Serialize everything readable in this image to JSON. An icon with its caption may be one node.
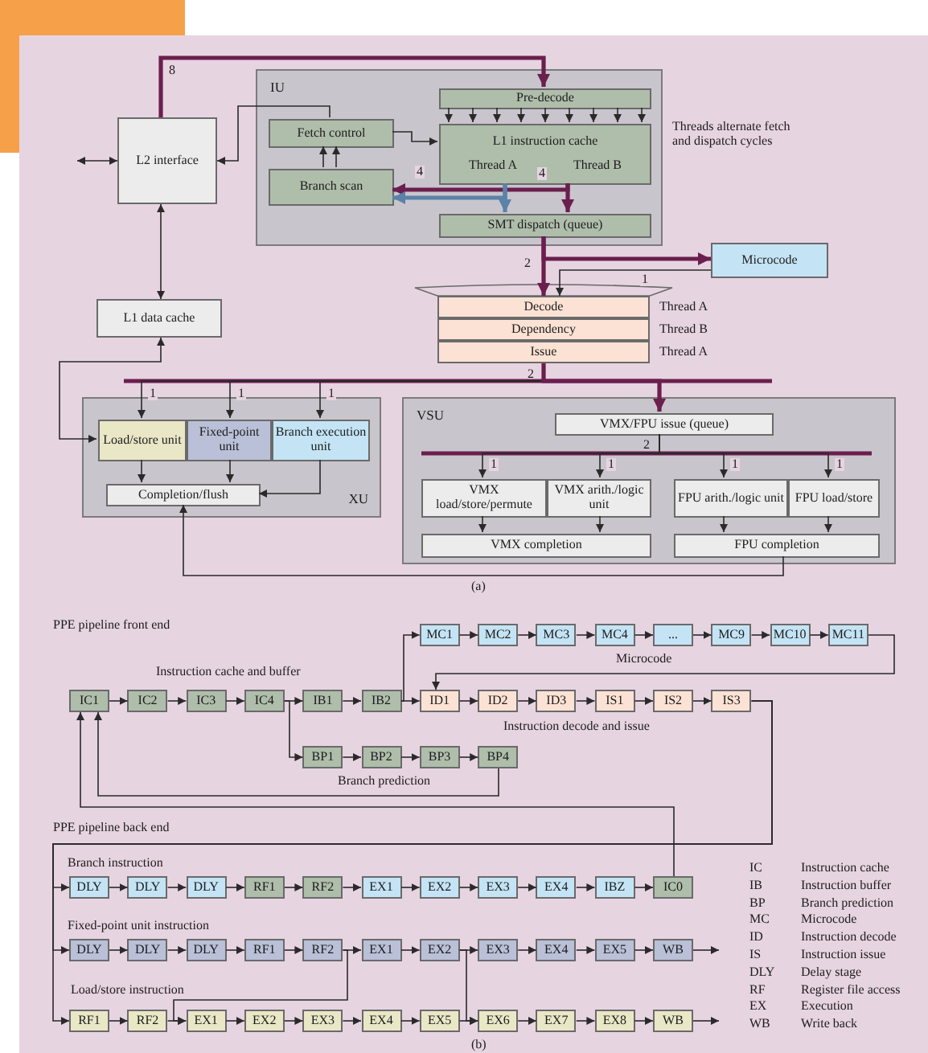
{
  "diagram": {
    "nodes": [
      {
        "text": [
          "L2 interface"
        ]
      },
      {
        "text": [
          "IU"
        ]
      },
      {
        "text": [
          "Pre-decode"
        ],
        "in": 1
      },
      {
        "text": [
          "Fetch control"
        ],
        "in": 1
      },
      {
        "text": [
          "L1 instruction cache",
          "Thread A",
          "Thread B"
        ],
        "in": 1
      },
      {
        "text": [
          "Branch scan"
        ],
        "in": 1
      },
      {
        "text": [
          "SMT dispatch (queue)"
        ],
        "in": 1
      },
      {
        "text": [
          "Microcode"
        ]
      },
      {
        "text": [
          "Decode"
        ],
        "beside": [
          "Thread A"
        ]
      },
      {
        "text": [
          "Dependency"
        ],
        "beside": [
          "Thread B"
        ]
      },
      {
        "text": [
          "Issue"
        ],
        "beside": [
          "Thread A"
        ]
      },
      {
        "text": [
          "L1 data cache"
        ]
      },
      {
        "text": [
          "XU"
        ]
      },
      {
        "text": [
          "Load/store unit"
        ],
        "in": 12
      },
      {
        "text": [
          "Fixed-point unit"
        ],
        "in": 12
      },
      {
        "text": [
          "Branch execution unit"
        ],
        "in": 12
      },
      {
        "text": [
          "Completion/flush"
        ],
        "in": 12
      },
      {
        "text": [
          "VSU"
        ]
      },
      {
        "text": [
          "VMX/FPU issue (queue)"
        ],
        "in": 17
      },
      {
        "text": [
          "VMX load/store/permute"
        ],
        "in": 17
      },
      {
        "text": [
          "VMX arith./logic unit"
        ],
        "in": 17
      },
      {
        "text": [
          "FPU arith./logic unit"
        ],
        "in": 17
      },
      {
        "text": [
          "FPU load/store"
        ],
        "in": 17
      },
      {
        "text": [
          "VMX completion"
        ],
        "in": 17
      },
      {
        "text": [
          "FPU completion"
        ],
        "in": 17
      },
      {
        "text": [
          "IC1"
        ]
      },
      {
        "text": [
          "IC2"
        ]
      },
      {
        "text": [
          "IC3"
        ]
      },
      {
        "text": [
          "IC4"
        ]
      },
      {
        "text": [
          "IB1"
        ]
      },
      {
        "text": [
          "IB2"
        ]
      },
      {
        "text": [
          "ID1"
        ]
      },
      {
        "text": [
          "ID2"
        ]
      },
      {
        "text": [
          "ID3"
        ]
      },
      {
        "text": [
          "IS1"
        ]
      },
      {
        "text": [
          "IS2"
        ]
      },
      {
        "text": [
          "IS3"
        ]
      },
      {
        "text": [
          "MC1"
        ]
      },
      {
        "text": [
          "MC2"
        ]
      },
      {
        "text": [
          "MC3"
        ]
      },
      {
        "text": [
          "MC4"
        ]
      },
      {
        "text": [
          "..."
        ]
      },
      {
        "text": [
          "MC9"
        ]
      },
      {
        "text": [
          "MC10"
        ]
      },
      {
        "text": [
          "MC11"
        ]
      },
      {
        "text": [
          "BP1"
        ]
      },
      {
        "text": [
          "BP2"
        ]
      },
      {
        "text": [
          "BP3"
        ]
      },
      {
        "text": [
          "BP4"
        ]
      },
      {
        "text": [
          "DLY"
        ]
      },
      {
        "text": [
          "DLY"
        ]
      },
      {
        "text": [
          "DLY"
        ]
      },
      {
        "text": [
          "RF1"
        ]
      },
      {
        "text": [
          "RF2"
        ]
      },
      {
        "text": [
          "EX1"
        ]
      },
      {
        "text": [
          "EX2"
        ]
      },
      {
        "text": [
          "EX3"
        ]
      },
      {
        "text": [
          "EX4"
        ]
      },
      {
        "text": [
          "IBZ"
        ]
      },
      {
        "text": [
          "IC0"
        ]
      },
      {
        "text": [
          "DLY"
        ]
      },
      {
        "text": [
          "DLY"
        ]
      },
      {
        "text": [
          "DLY"
        ]
      },
      {
        "text": [
          "RF1"
        ]
      },
      {
        "text": [
          "RF2"
        ]
      },
      {
        "text": [
          "EX1"
        ]
      },
      {
        "text": [
          "EX2"
        ]
      },
      {
        "text": [
          "EX3"
        ]
      },
      {
        "text": [
          "EX4"
        ]
      },
      {
        "text": [
          "EX5"
        ]
      },
      {
        "text": [
          "WB"
        ]
      },
      {
        "text": [
          "RF1"
        ]
      },
      {
        "text": [
          "RF2"
        ]
      },
      {
        "text": [
          "EX1"
        ]
      },
      {
        "text": [
          "EX2"
        ]
      },
      {
        "text": [
          "EX3"
        ]
      },
      {
        "text": [
          "EX4"
        ]
      },
      {
        "text": [
          "EX5"
        ]
      },
      {
        "text": [
          "EX6"
        ]
      },
      {
        "text": [
          "EX7"
        ]
      },
      {
        "text": [
          "EX8"
        ]
      },
      {
        "text": [
          "WB"
        ]
      }
    ],
    "edges": [
      {
        "from": 0,
        "to": 2,
        "arrow": "to",
        "style": "thick",
        "color": "#6b1f4e",
        "label": "8"
      },
      {
        "from": null,
        "to": 0,
        "arrow": "both"
      },
      {
        "from": 0,
        "to": 11,
        "arrow": "both"
      },
      {
        "from": 3,
        "to": 0,
        "arrow": "to"
      },
      {
        "from": 3,
        "to": 4,
        "arrow": "to"
      },
      {
        "from": 5,
        "to": 3,
        "arrow": "to"
      },
      {
        "from": 5,
        "to": 3,
        "arrow": "to"
      },
      {
        "from": 2,
        "to": 4,
        "arrow": "to"
      },
      {
        "from": 2,
        "to": 4,
        "arrow": "to"
      },
      {
        "from": 2,
        "to": 4,
        "arrow": "to"
      },
      {
        "from": 2,
        "to": 4,
        "arrow": "to"
      },
      {
        "from": 2,
        "to": 4,
        "arrow": "to"
      },
      {
        "from": 2,
        "to": 4,
        "arrow": "to"
      },
      {
        "from": 2,
        "to": 4,
        "arrow": "to"
      },
      {
        "from": 2,
        "to": 4,
        "arrow": "to"
      },
      {
        "from": 2,
        "to": 4,
        "arrow": "to"
      },
      {
        "from": 4,
        "to": 5,
        "arrow": "to",
        "style": "thick",
        "color": "#6b1f4e",
        "label": "4"
      },
      {
        "from": 4,
        "to": 6,
        "arrow": "to",
        "style": "thick",
        "color": "#6b1f4e",
        "label": "4"
      },
      {
        "from": 4,
        "to": 5,
        "arrow": "to",
        "style": "thick",
        "color": "#5b82a8"
      },
      {
        "from": 4,
        "to": 6,
        "arrow": "to",
        "style": "thick",
        "color": "#5b82a8"
      },
      {
        "from": 6,
        "to": 8,
        "arrow": "to",
        "style": "thick",
        "color": "#6b1f4e",
        "label": "2"
      },
      {
        "from": 6,
        "to": 7,
        "arrow": "to",
        "style": "thick",
        "color": "#6b1f4e"
      },
      {
        "from": 7,
        "to": 8,
        "arrow": "to",
        "label": "1"
      },
      {
        "from": 10,
        "to": 13,
        "arrow": "to",
        "label": "1"
      },
      {
        "from": 10,
        "to": 14,
        "arrow": "to",
        "label": "1"
      },
      {
        "from": 10,
        "to": 15,
        "arrow": "to",
        "label": "1"
      },
      {
        "from": 10,
        "to": 18,
        "arrow": "to",
        "style": "thick",
        "color": "#6b1f4e"
      },
      {
        "from": 18,
        "to": 19,
        "arrow": "to",
        "label": "1"
      },
      {
        "from": 18,
        "to": 20,
        "arrow": "to",
        "label": "1"
      },
      {
        "from": 18,
        "to": 21,
        "arrow": "to",
        "label": "1"
      },
      {
        "from": 18,
        "to": 22,
        "arrow": "to",
        "label": "1"
      },
      {
        "from": 13,
        "to": 16,
        "arrow": "to"
      },
      {
        "from": 14,
        "to": 16,
        "arrow": "to"
      },
      {
        "from": 15,
        "to": 16,
        "arrow": "to"
      },
      {
        "from": 11,
        "to": 13,
        "arrow": "both"
      },
      {
        "from": 19,
        "to": 23,
        "arrow": "to"
      },
      {
        "from": 20,
        "to": 23,
        "arrow": "to"
      },
      {
        "from": 21,
        "to": 24,
        "arrow": "to"
      },
      {
        "from": 22,
        "to": 24,
        "arrow": "to"
      },
      {
        "from": 24,
        "to": 16,
        "arrow": "to"
      },
      {
        "from": 25,
        "to": 26,
        "arrow": "to"
      },
      {
        "from": 26,
        "to": 27,
        "arrow": "to"
      },
      {
        "from": 27,
        "to": 28,
        "arrow": "to"
      },
      {
        "from": 28,
        "to": 29,
        "arrow": "to"
      },
      {
        "from": 29,
        "to": 30,
        "arrow": "to"
      },
      {
        "from": 30,
        "to": 31,
        "arrow": "to"
      },
      {
        "from": 31,
        "to": 32,
        "arrow": "to"
      },
      {
        "from": 32,
        "to": 33,
        "arrow": "to"
      },
      {
        "from": 33,
        "to": 34,
        "arrow": "to"
      },
      {
        "from": 34,
        "to": 35,
        "arrow": "to"
      },
      {
        "from": 35,
        "to": 36,
        "arrow": "to"
      },
      {
        "from": 30,
        "to": 37,
        "arrow": "to"
      },
      {
        "from": 37,
        "to": 38,
        "arrow": "to"
      },
      {
        "from": 38,
        "to": 39,
        "arrow": "to"
      },
      {
        "from": 39,
        "to": 40,
        "arrow": "to"
      },
      {
        "from": 40,
        "to": 41,
        "arrow": "to"
      },
      {
        "from": 41,
        "to": 42,
        "arrow": "to"
      },
      {
        "from": 42,
        "to": 43,
        "arrow": "to"
      },
      {
        "from": 43,
        "to": 44,
        "arrow": "to"
      },
      {
        "from": 44,
        "to": 31,
        "arrow": "to"
      },
      {
        "from": 28,
        "to": 45,
        "arrow": "to"
      },
      {
        "from": 45,
        "to": 46,
        "arrow": "to"
      },
      {
        "from": 46,
        "to": 47,
        "arrow": "to"
      },
      {
        "from": 47,
        "to": 48,
        "arrow": "to"
      },
      {
        "from": 48,
        "to": 25,
        "arrow": "to"
      },
      {
        "from": 59,
        "to": 25,
        "arrow": "to"
      },
      {
        "from": 36,
        "to": 49,
        "arrow": "to"
      },
      {
        "from": 36,
        "to": 60,
        "arrow": "to"
      },
      {
        "from": 36,
        "to": 71,
        "arrow": "to"
      },
      {
        "from": 49,
        "to": 50,
        "arrow": "to"
      },
      {
        "from": 50,
        "to": 51,
        "arrow": "to"
      },
      {
        "from": 51,
        "to": 52,
        "arrow": "to"
      },
      {
        "from": 52,
        "to": 53,
        "arrow": "to"
      },
      {
        "from": 53,
        "to": 54,
        "arrow": "to"
      },
      {
        "from": 54,
        "to": 55,
        "arrow": "to"
      },
      {
        "from": 55,
        "to": 56,
        "arrow": "to"
      },
      {
        "from": 56,
        "to": 57,
        "arrow": "to"
      },
      {
        "from": 57,
        "to": 58,
        "arrow": "to"
      },
      {
        "from": 58,
        "to": 59,
        "arrow": "to"
      },
      {
        "from": 60,
        "to": 61,
        "arrow": "to"
      },
      {
        "from": 61,
        "to": 62,
        "arrow": "to"
      },
      {
        "from": 62,
        "to": 63,
        "arrow": "to"
      },
      {
        "from": 63,
        "to": 64,
        "arrow": "to"
      },
      {
        "from": 64,
        "to": 65,
        "arrow": "to"
      },
      {
        "from": 65,
        "to": 66,
        "arrow": "to"
      },
      {
        "from": 66,
        "to": 67,
        "arrow": "to"
      },
      {
        "from": 67,
        "to": 68,
        "arrow": "to"
      },
      {
        "from": 68,
        "to": 69,
        "arrow": "to"
      },
      {
        "from": 69,
        "to": 70,
        "arrow": "to"
      },
      {
        "from": 70,
        "to": null,
        "arrow": "to"
      },
      {
        "from": 71,
        "to": 72,
        "arrow": "to"
      },
      {
        "from": 72,
        "to": 73,
        "arrow": "to"
      },
      {
        "from": 73,
        "to": 74,
        "arrow": "to"
      },
      {
        "from": 74,
        "to": 75,
        "arrow": "to"
      },
      {
        "from": 75,
        "to": 76,
        "arrow": "to"
      },
      {
        "from": 76,
        "to": 77,
        "arrow": "to"
      },
      {
        "from": 77,
        "to": 78,
        "arrow": "to"
      },
      {
        "from": 78,
        "to": 79,
        "arrow": "to"
      },
      {
        "from": 79,
        "to": 80,
        "arrow": "to"
      },
      {
        "from": 80,
        "to": 81,
        "arrow": "to"
      },
      {
        "from": 81,
        "to": null,
        "arrow": "to"
      },
      {
        "from": 64,
        "to": 73,
        "arrow": "to"
      },
      {
        "from": 66,
        "to": 78,
        "arrow": "to"
      }
    ],
    "labels": [
      "Threads alternate fetch and dispatch cycles",
      "2",
      "2",
      "(a)",
      "PPE pipeline front end",
      "Instruction cache and buffer",
      "Microcode",
      "Instruction decode and issue",
      "Branch prediction",
      "PPE pipeline back end",
      "Branch instruction",
      "Fixed-point unit instruction",
      "Load/store instruction",
      "(b)",
      "IC",
      "Instruction cache",
      "IB",
      "Instruction buffer",
      "BP",
      "Branch prediction",
      "MC",
      "Microcode",
      "ID",
      "Instruction decode",
      "IS",
      "Instruction issue",
      "DLY",
      "Delay stage",
      "RF",
      "Register file access",
      "EX",
      "Execution",
      "WB",
      "Write back"
    ]
  }
}
